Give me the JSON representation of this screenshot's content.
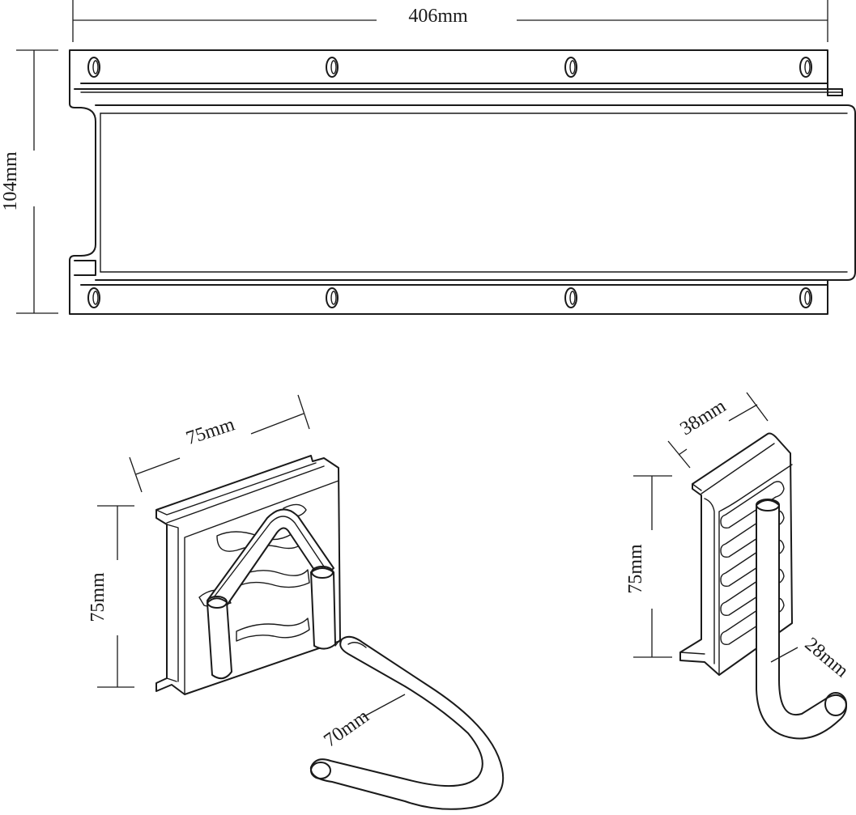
{
  "rail": {
    "width_label": "406mm",
    "height_label": "104mm"
  },
  "hook_u": {
    "width_label": "75mm",
    "height_label": "75mm",
    "reach_label": "70mm"
  },
  "hook_j": {
    "width_label": "38mm",
    "height_label": "75mm",
    "reach_label": "28mm"
  },
  "colors": {
    "line": "#1a1a1a",
    "background": "#ffffff"
  }
}
